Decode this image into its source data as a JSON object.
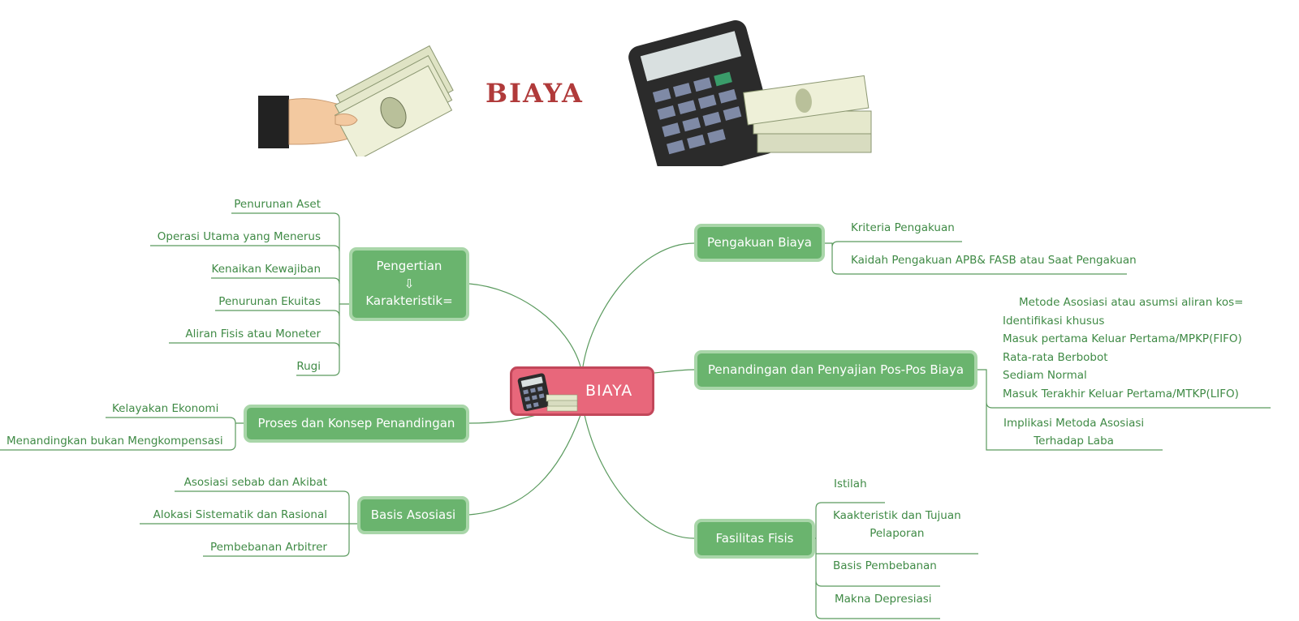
{
  "title": "BIAYA",
  "center": {
    "label": "BIAYA",
    "color": "#e8677b"
  },
  "colors": {
    "node": "#6ab46e",
    "node_border": "#a9d6a9",
    "leaf_text": "#3f8a45",
    "line": "#5a9a5e"
  },
  "illustrations": [
    "hand-holding-money",
    "calculator-with-money"
  ],
  "branches": {
    "pengertian": {
      "label_line1": "Pengertian",
      "arrow": "⇩",
      "label_line2": "Karakteristik=",
      "items": [
        "Penurunan Aset",
        "Operasi Utama yang Menerus",
        "Kenaikan Kewajiban",
        "Penurunan Ekuitas",
        "Aliran Fisis atau Moneter",
        "Rugi"
      ]
    },
    "proses": {
      "label": "Proses dan Konsep Penandingan",
      "items": [
        "Kelayakan Ekonomi",
        "Menandingkan bukan Mengkompensasi"
      ]
    },
    "basis": {
      "label": "Basis Asosiasi",
      "items": [
        "Asosiasi sebab dan Akibat",
        "Alokasi Sistematik dan Rasional",
        "Pembebanan Arbitrer"
      ]
    },
    "pengakuan": {
      "label": "Pengakuan Biaya",
      "items": [
        "Kriteria Pengakuan",
        "Kaidah Pengakuan APB& FASB atau Saat Pengakuan"
      ]
    },
    "penandingan": {
      "label": "Penandingan dan Penyajian Pos-Pos Biaya",
      "metode": {
        "heading": "Metode Asosiasi atau asumsi aliran kos=",
        "lines": [
          "Identifikasi khusus",
          "Masuk pertama Keluar Pertama/MPKP(FIFO)",
          "Rata-rata Berbobot",
          "Sediam Normal",
          "Masuk Terakhir Keluar Pertama/MTKP(LIFO)"
        ]
      },
      "implikasi": {
        "line1": "Implikasi Metoda Asosiasi",
        "line2": "Terhadap Laba"
      }
    },
    "fasilitas": {
      "label": "Fasilitas Fisis",
      "items": [
        "Istilah",
        "Basis Pembebanan",
        "Makna Depresiasi"
      ],
      "tujuan": {
        "line1": "Kaakteristik dan Tujuan",
        "line2": "Pelaporan"
      }
    }
  }
}
